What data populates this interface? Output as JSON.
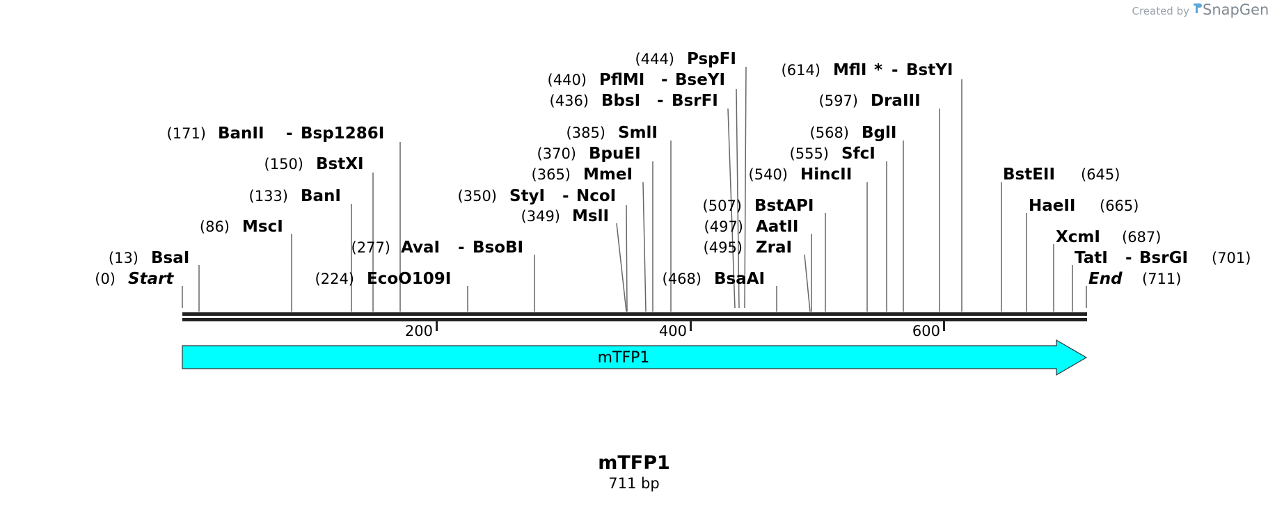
{
  "credit": {
    "prefix": "Created by",
    "brand": "SnapGene"
  },
  "sequence": {
    "name": "mTFP1",
    "length_label": "711 bp",
    "length": 711
  },
  "feature": {
    "name": "mTFP1",
    "start": 0,
    "end": 711,
    "color": "#00ffff",
    "direction": "forward"
  },
  "scale_ticks": [
    {
      "pos": 200,
      "label": "200"
    },
    {
      "pos": 400,
      "label": "400"
    },
    {
      "pos": 600,
      "label": "600"
    }
  ],
  "sites": [
    {
      "pos": "(0)",
      "label": "Start",
      "side": "left"
    },
    {
      "pos": "(13)",
      "label": "BsaI",
      "side": "left"
    },
    {
      "pos": "(86)",
      "label": "MscI",
      "side": "left"
    },
    {
      "pos": "(133)",
      "label": "BanI",
      "side": "left"
    },
    {
      "pos": "(150)",
      "label": "BstXI",
      "side": "left"
    },
    {
      "pos": "(171)",
      "label": "BanII",
      "label2": "Bsp1286I",
      "side": "left"
    },
    {
      "pos": "(224)",
      "label": "EcoO109I",
      "side": "left"
    },
    {
      "pos": "(277)",
      "label": "AvaI",
      "label2": "BsoBI",
      "side": "left"
    },
    {
      "pos": "(349)",
      "label": "MslI",
      "side": "left"
    },
    {
      "pos": "(350)",
      "label": "StyI",
      "label2": "NcoI",
      "side": "left"
    },
    {
      "pos": "(365)",
      "label": "MmeI",
      "side": "left"
    },
    {
      "pos": "(370)",
      "label": "BpuEI",
      "side": "left"
    },
    {
      "pos": "(385)",
      "label": "SmlI",
      "side": "left"
    },
    {
      "pos": "(436)",
      "label": "BbsI",
      "label2": "BsrFI",
      "side": "left"
    },
    {
      "pos": "(440)",
      "label": "PflMI",
      "label2": "BseYI",
      "side": "left"
    },
    {
      "pos": "(444)",
      "label": "PspFI",
      "side": "left"
    },
    {
      "pos": "(468)",
      "label": "BsaAI",
      "side": "left"
    },
    {
      "pos": "(495)",
      "label": "ZraI",
      "side": "left"
    },
    {
      "pos": "(497)",
      "label": "AatII",
      "side": "left"
    },
    {
      "pos": "(507)",
      "label": "BstAPI",
      "side": "left"
    },
    {
      "pos": "(540)",
      "label": "HincII",
      "side": "left"
    },
    {
      "pos": "(555)",
      "label": "SfcI",
      "side": "left"
    },
    {
      "pos": "(568)",
      "label": "BglI",
      "side": "left"
    },
    {
      "pos": "(597)",
      "label": "DraIII",
      "side": "left"
    },
    {
      "pos": "(614)",
      "label": "MflI",
      "star": "*",
      "label2": "BstYI",
      "side": "left"
    },
    {
      "pos": "(645)",
      "label": "BstEII",
      "side": "right"
    },
    {
      "pos": "(665)",
      "label": "HaeII",
      "side": "right"
    },
    {
      "pos": "(687)",
      "label": "XcmI",
      "side": "right"
    },
    {
      "pos": "(701)",
      "label": "TatI",
      "label2": "BsrGI",
      "side": "right"
    },
    {
      "pos": "(711)",
      "label": "End",
      "side": "right"
    }
  ]
}
